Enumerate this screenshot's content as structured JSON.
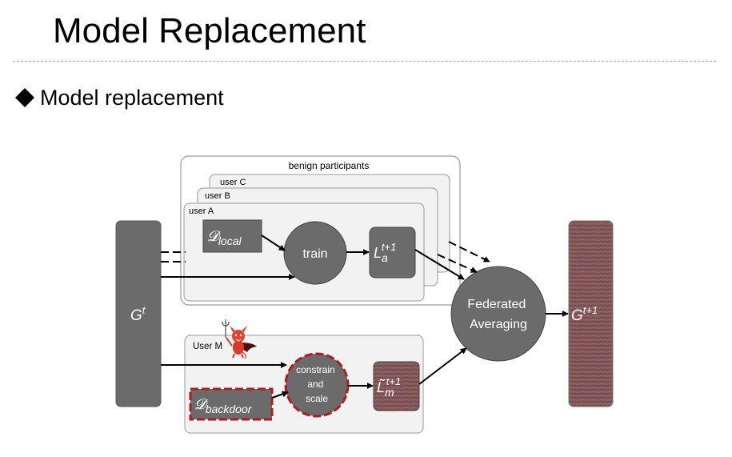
{
  "slide": {
    "title": "Model Replacement",
    "bullet": "Model replacement"
  },
  "icons": {
    "bullet": "diamond-bullet-icon",
    "attacker": "devil-icon"
  },
  "diagram": {
    "benign_group_label": "benign participants",
    "user_c": "user C",
    "user_b": "user B",
    "user_a": "user A",
    "user_m": "User M",
    "global_model": {
      "base": "G",
      "sup": "t"
    },
    "next_global_model": {
      "base": "G",
      "sup": "t+1"
    },
    "local_data": {
      "base": "𝓓",
      "sub": "local"
    },
    "backdoor_data": {
      "base": "𝓓",
      "sub": "backdoor"
    },
    "train": "train",
    "local_model": {
      "base": "L",
      "sub": "a",
      "sup": "t+1"
    },
    "malicious_model": {
      "base": "L̃",
      "sub": "m",
      "sup": "t+1"
    },
    "constrain_lines": [
      "constrain",
      "and",
      "scale"
    ],
    "fed_avg_lines": [
      "Federated",
      "Averaging"
    ]
  },
  "colors": {
    "node_gray": "#6b6b6b",
    "panel_fill": "#f2f2f2",
    "panel_border": "#999999",
    "malicious_red": "#b01c1c",
    "title_rule": "#8fa8c8"
  }
}
